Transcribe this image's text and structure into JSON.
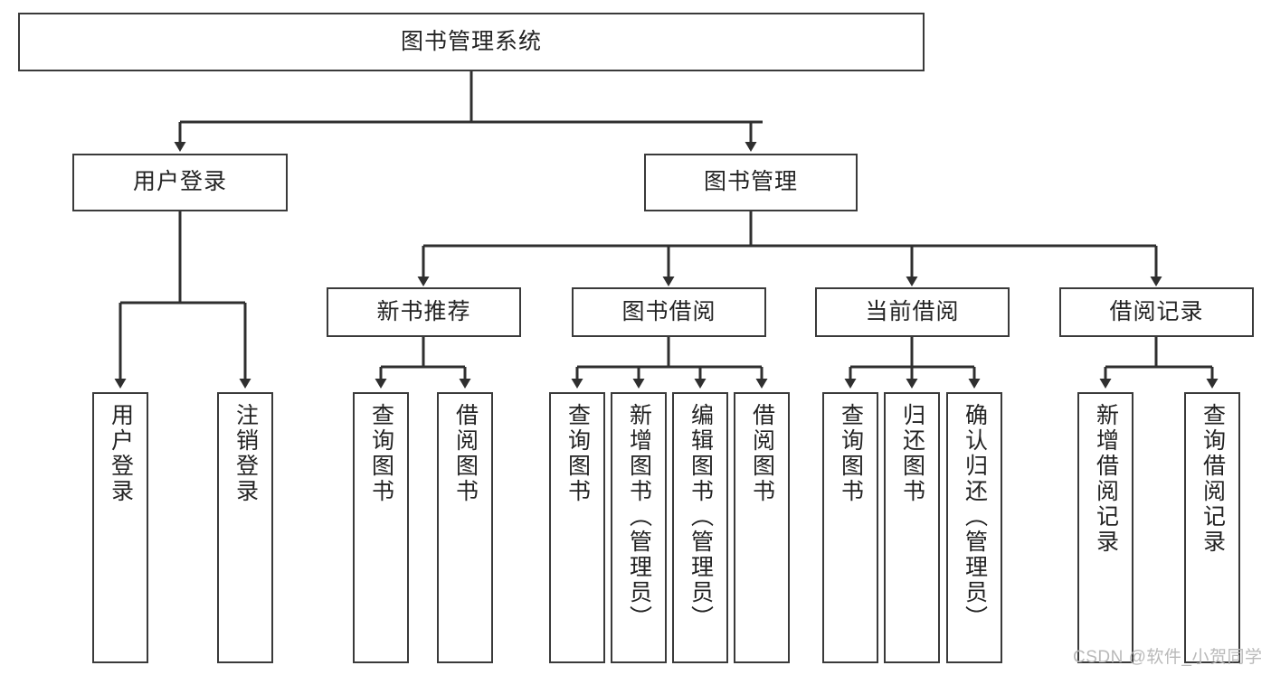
{
  "diagram": {
    "title": "图书管理系统",
    "type": "tree-hierarchy-chart",
    "watermark": "CSDN @软件_小贺同学",
    "colors": {
      "box_border": "#3a3a3a",
      "box_fill": "#ffffff",
      "edge": "#2f2f2f",
      "text": "#232323",
      "watermark": "#b9b9b9"
    },
    "nodes": {
      "root": {
        "label": "图书管理系统"
      },
      "level2": [
        {
          "label": "用户登录"
        },
        {
          "label": "图书管理"
        }
      ],
      "level3": [
        {
          "label": "新书推荐"
        },
        {
          "label": "图书借阅"
        },
        {
          "label": "当前借阅"
        },
        {
          "label": "借阅记录"
        }
      ],
      "leaves": {
        "user_login": [
          {
            "label": "用户登录"
          },
          {
            "label": "注销登录"
          }
        ],
        "new_book_recommend": [
          {
            "label": "查询图书"
          },
          {
            "label": "借阅图书"
          }
        ],
        "book_borrow": [
          {
            "label": "查询图书"
          },
          {
            "label": "新增图书（管理员）"
          },
          {
            "label": "编辑图书（管理员）"
          },
          {
            "label": "借阅图书"
          }
        ],
        "current_borrow": [
          {
            "label": "查询图书"
          },
          {
            "label": "归还图书"
          },
          {
            "label": "确认归还（管理员）"
          }
        ],
        "borrow_records": [
          {
            "label": "新增借阅记录"
          },
          {
            "label": "查询借阅记录"
          }
        ]
      }
    }
  }
}
